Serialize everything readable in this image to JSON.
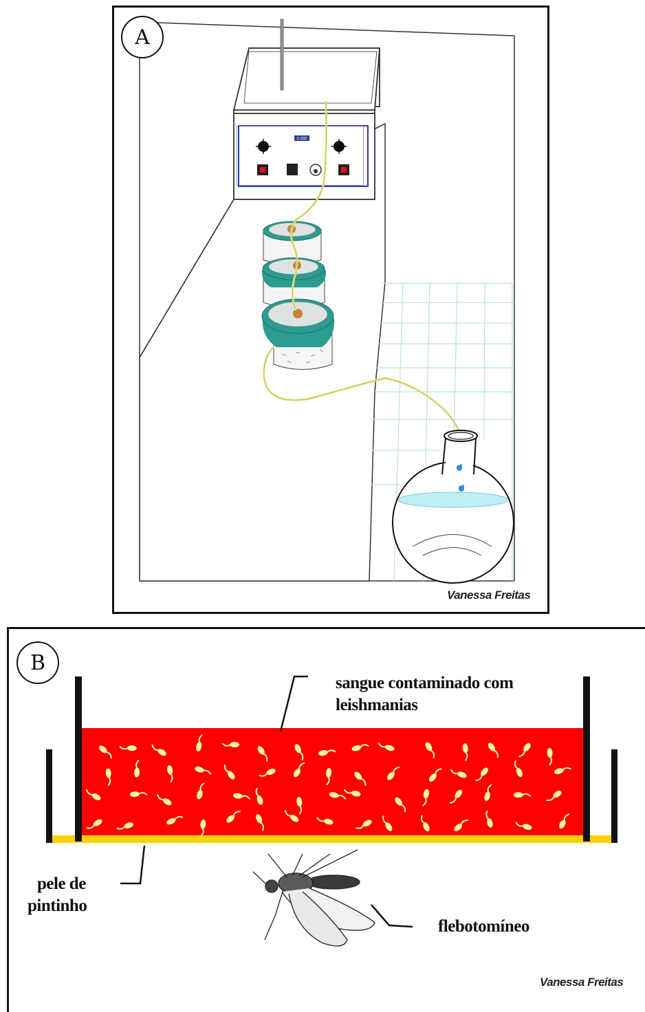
{
  "panel_a": {
    "badge": "A",
    "signature": "Vanessa Freitas",
    "device_display": "0.000"
  },
  "panel_b": {
    "badge": "B",
    "signature": "Vanessa Freitas",
    "labels": {
      "blood": [
        "sangue contaminado com",
        "leishmanias"
      ],
      "skin": [
        "pele de",
        "pintinho"
      ],
      "fly": "flebotomíneo"
    }
  },
  "colors": {
    "blood": "#ff0000",
    "parasite": "#fff59a",
    "skin": "#ffd100",
    "teal": "#2b9c8f",
    "tube": "#e8e48a",
    "water": "#bfeef5",
    "grid": "#b8e4e2"
  },
  "icons": [
    "mosquito-icon",
    "beaker-icon",
    "flask-icon",
    "knob-icon"
  ]
}
